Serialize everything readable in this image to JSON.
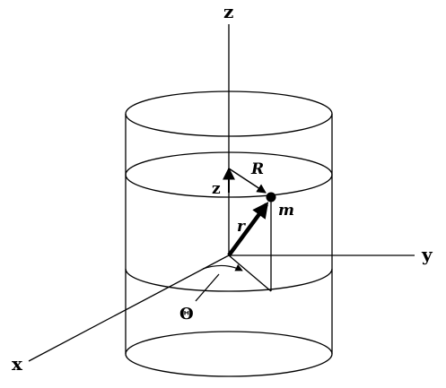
{
  "labels": {
    "z_axis": "z",
    "y_axis": "y",
    "x_axis": "x",
    "R": "R",
    "z_height": "z",
    "r": "r",
    "m": "m",
    "theta": "Θ"
  },
  "colors": {
    "ink": "#000000",
    "background": "#ffffff"
  }
}
